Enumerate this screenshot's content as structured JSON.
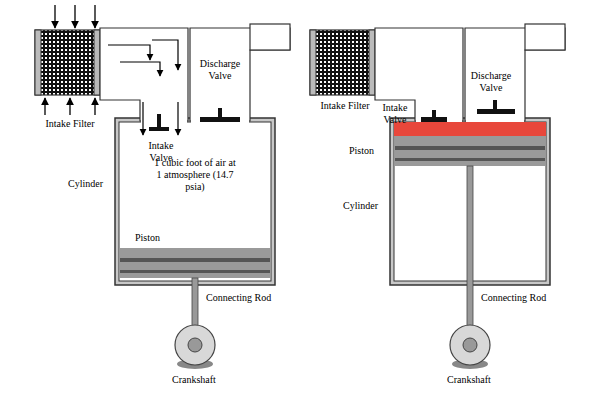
{
  "diagram": {
    "nodes": [
      {
        "text": [
          "1 cubic foot of air at 1 atmosphere (14.7 psia)"
        ]
      }
    ],
    "labels": [
      "Intake Filter",
      "Discharge Valve",
      "Intake Valve",
      "Cylinder",
      "Piston",
      "Connecting Rod",
      "Crankshaft",
      "Intake Filter",
      "Intake Valve",
      "Discharge Valve",
      "Piston",
      "Cylinder",
      "Connecting Rod",
      "Crankshaft"
    ]
  }
}
